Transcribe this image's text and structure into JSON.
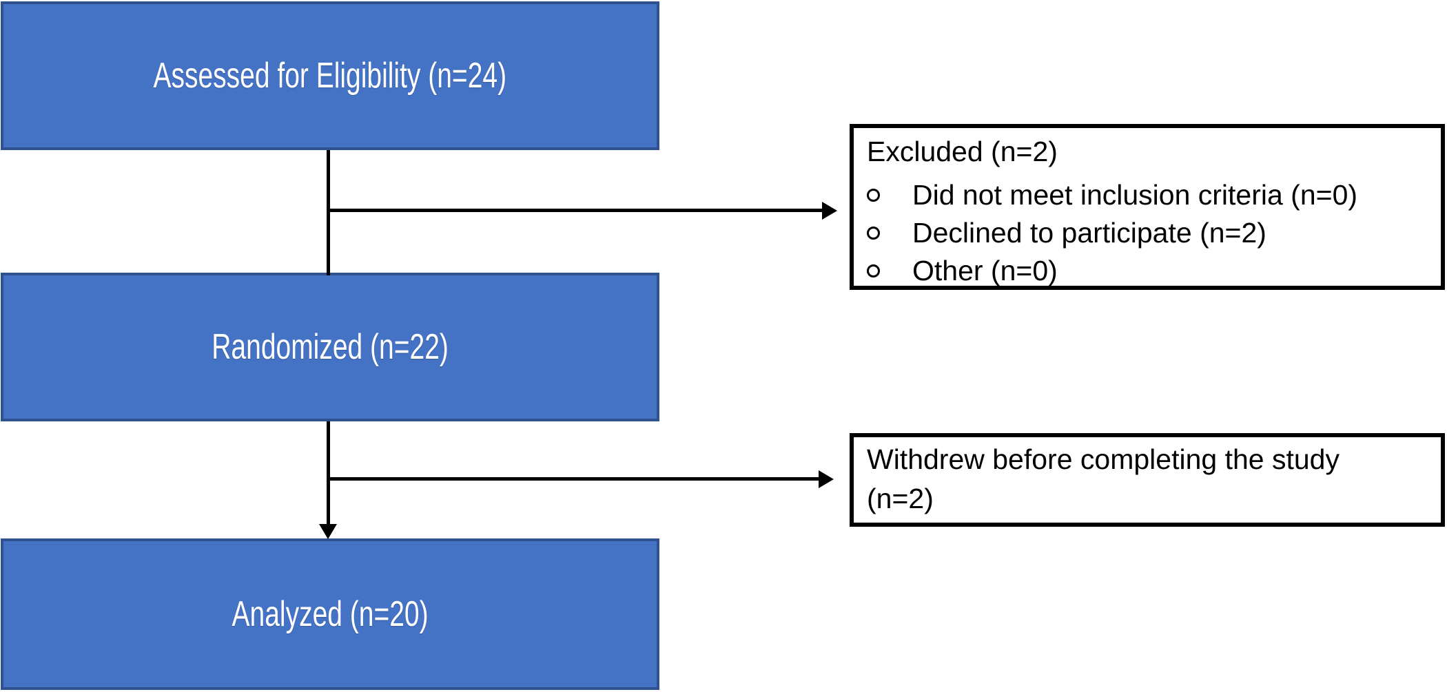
{
  "diagram": {
    "type": "consort-flow",
    "boxes": {
      "assessed": {
        "label": "Assessed for Eligibility (n=24)"
      },
      "randomized": {
        "label": "Randomized (n=22)"
      },
      "analyzed": {
        "label": "Analyzed (n=20)"
      },
      "excluded": {
        "title": "Excluded (n=2)",
        "items": [
          "Did not meet inclusion criteria (n=0)",
          "Declined to participate (n=2)",
          "Other (n=0)"
        ]
      },
      "withdrew": {
        "lines": [
          "Withdrew before completing the study",
          "(n=2)"
        ]
      }
    }
  },
  "colors": {
    "box_fill": "#4472C4",
    "box_border": "#2F528F",
    "line": "#000000",
    "text_on_blue": "#FFFFFF",
    "text_on_white": "#000000"
  }
}
